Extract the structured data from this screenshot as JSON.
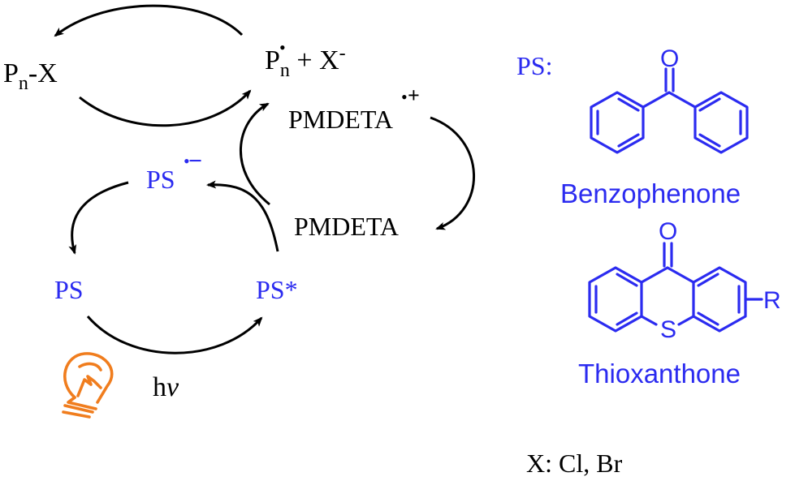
{
  "cycle": {
    "pn_x": {
      "main": "P",
      "sub": "n",
      "rest": "-X"
    },
    "pn_radical": {
      "main": "P",
      "sub": "n",
      "radical_dot": "•",
      "rest": " + X",
      "charge": "-"
    },
    "pmdeta_cation": {
      "label": "PMDETA",
      "dot": "•",
      "charge": "+"
    },
    "pmdeta": {
      "label": "PMDETA"
    },
    "ps_anion": {
      "label": "PS",
      "dot": "•",
      "charge": "−"
    },
    "ps": {
      "label": "PS"
    },
    "ps_excited": {
      "label": "PS*"
    },
    "light": {
      "h": "h",
      "nu": "ν"
    }
  },
  "photosensitizers": {
    "heading": "PS:",
    "benzophenone": {
      "name": "Benzophenone",
      "oxygen": "O"
    },
    "thioxanthone": {
      "name": "Thioxanthone",
      "oxygen": "O",
      "sulfur": "S",
      "substituent": "R"
    }
  },
  "halogen_note": "X: Cl, Br",
  "colors": {
    "ps_blue": "#2b2bf0",
    "bulb_orange": "#f07d1e",
    "text": "#000000"
  }
}
